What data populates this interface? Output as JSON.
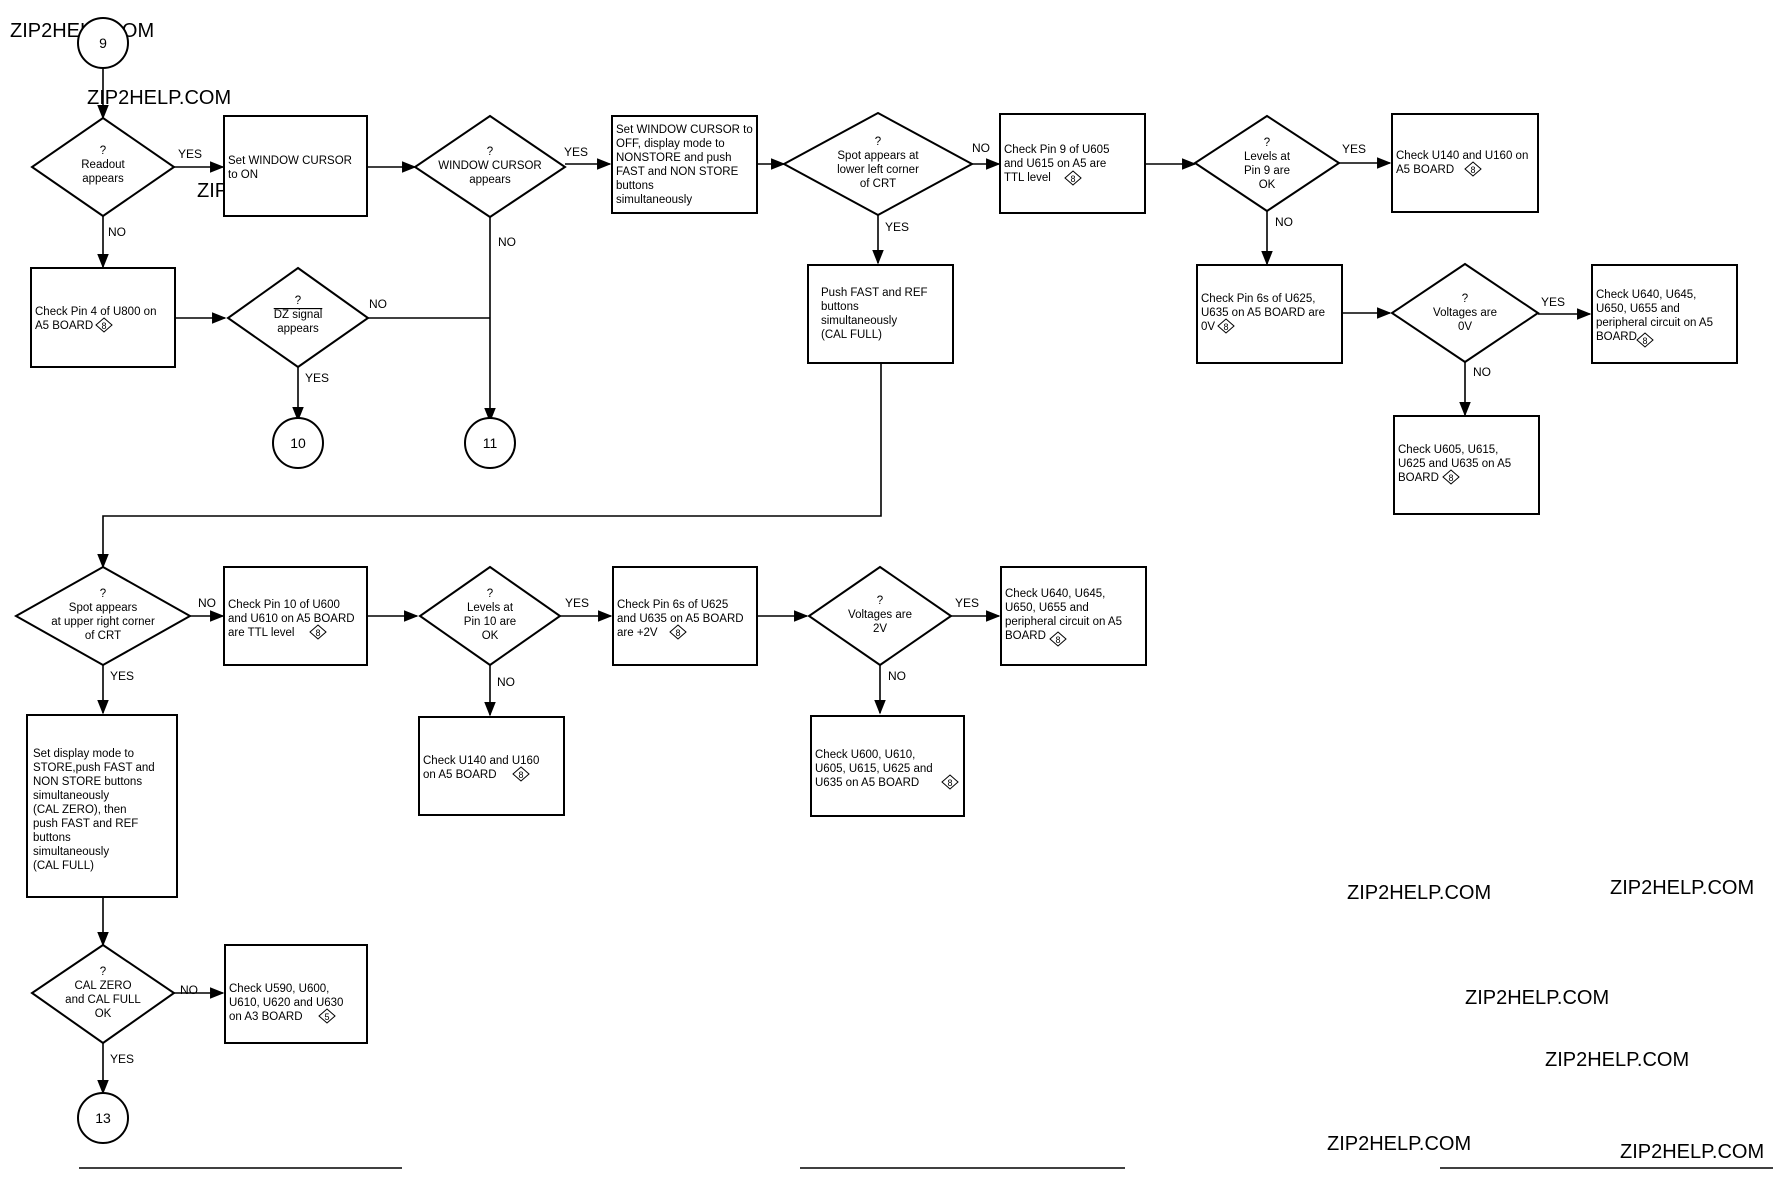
{
  "watermarks": [
    {
      "id": "w1",
      "text": "ZIP2HELP.COM"
    },
    {
      "id": "w2",
      "text": "ZIP2HELP.COM"
    },
    {
      "id": "w3",
      "text": "ZIP2HELP.COM"
    },
    {
      "id": "w4",
      "text": "ZIP2HELP.COM"
    },
    {
      "id": "w5",
      "text": "ZIP2HELP.COM"
    },
    {
      "id": "w6",
      "text": "ZIP2HELP.COM"
    },
    {
      "id": "w7",
      "text": "ZIP2HELP.COM"
    },
    {
      "id": "w8",
      "text": "ZIP2HELP.COM"
    },
    {
      "id": "w9",
      "text": "ZIP2HELP.COM"
    }
  ],
  "terminals": {
    "t9": "9",
    "t10": "10",
    "t11": "11",
    "t13": "13"
  },
  "edge_labels": {
    "yes": "YES",
    "no": "NO"
  },
  "ref_marks": {
    "r8": "8",
    "r5": "5"
  },
  "decisions": {
    "d_readout": [
      "?",
      "Readout",
      "appears"
    ],
    "d_dz": [
      "?",
      "DZ signal",
      "appears"
    ],
    "d_window": [
      "?",
      "WINDOW CURSOR",
      "appears"
    ],
    "d_spot_ll": [
      "?",
      "Spot appears at",
      "lower left corner",
      "of CRT"
    ],
    "d_levels9": [
      "?",
      "Levels at",
      "Pin 9 are",
      "OK"
    ],
    "d_volt0": [
      "?",
      "Voltages are",
      "0V"
    ],
    "d_spot_ur": [
      "?",
      "Spot appears",
      "at upper right corner",
      "of CRT"
    ],
    "d_levels10": [
      "?",
      "Levels at",
      "Pin 10 are",
      "OK"
    ],
    "d_volt2": [
      "?",
      "Voltages are",
      "2V"
    ],
    "d_cal": [
      "?",
      "CAL ZERO",
      "and CAL FULL",
      "OK"
    ]
  },
  "processes": {
    "p_set_window_on": [
      "Set WINDOW CURSOR",
      "to ON"
    ],
    "p_check_pin4": [
      "Check Pin 4 of U800 on",
      "A5 BOARD"
    ],
    "p_set_window_off": [
      "Set WINDOW CURSOR to",
      "OFF, display mode to",
      "NONSTORE and push",
      "FAST and NON STORE",
      "buttons",
      "simultaneously"
    ],
    "p_check_pin9": [
      "Check Pin 9 of U605",
      "and U615 on A5 are",
      "TTL level"
    ],
    "p_check_u140_top": [
      "Check U140 and U160 on",
      "A5 BOARD"
    ],
    "p_push_fast_ref": [
      "Push FAST and REF",
      "buttons",
      "simultaneously",
      "(CAL FULL)"
    ],
    "p_check_pin6s_0v": [
      "Check Pin 6s of U625,",
      "U635 on A5 BOARD are",
      "0V"
    ],
    "p_check_u640_top": [
      "Check U640, U645,",
      "U650, U655 and",
      "peripheral circuit on A5",
      "BOARD"
    ],
    "p_check_u605_top": [
      "Check U605, U615,",
      "U625 and U635 on A5",
      "BOARD"
    ],
    "p_check_pin10": [
      "Check Pin 10 of U600",
      "and U610 on A5 BOARD",
      "are TTL level"
    ],
    "p_check_pin6s_2v": [
      "Check Pin 6s of U625",
      "and U635 on A5 BOARD",
      "are +2V"
    ],
    "p_check_u640_bot": [
      "Check U640, U645,",
      "U650, U655 and",
      "peripheral circuit on A5",
      "BOARD"
    ],
    "p_set_store": [
      "Set display mode to",
      "STORE,push FAST and",
      "NON STORE buttons",
      "simultaneously",
      "(CAL ZERO), then",
      "push FAST and REF",
      "buttons",
      "simultaneously",
      "(CAL FULL)"
    ],
    "p_check_u140_bot": [
      "Check U140 and U160",
      "on A5 BOARD"
    ],
    "p_check_u600": [
      "Check U600, U610,",
      "U605, U615, U625 and",
      "U635 on A5 BOARD"
    ],
    "p_check_u590": [
      "Check U590, U600,",
      "U610, U620 and U630",
      "on A3 BOARD"
    ]
  }
}
